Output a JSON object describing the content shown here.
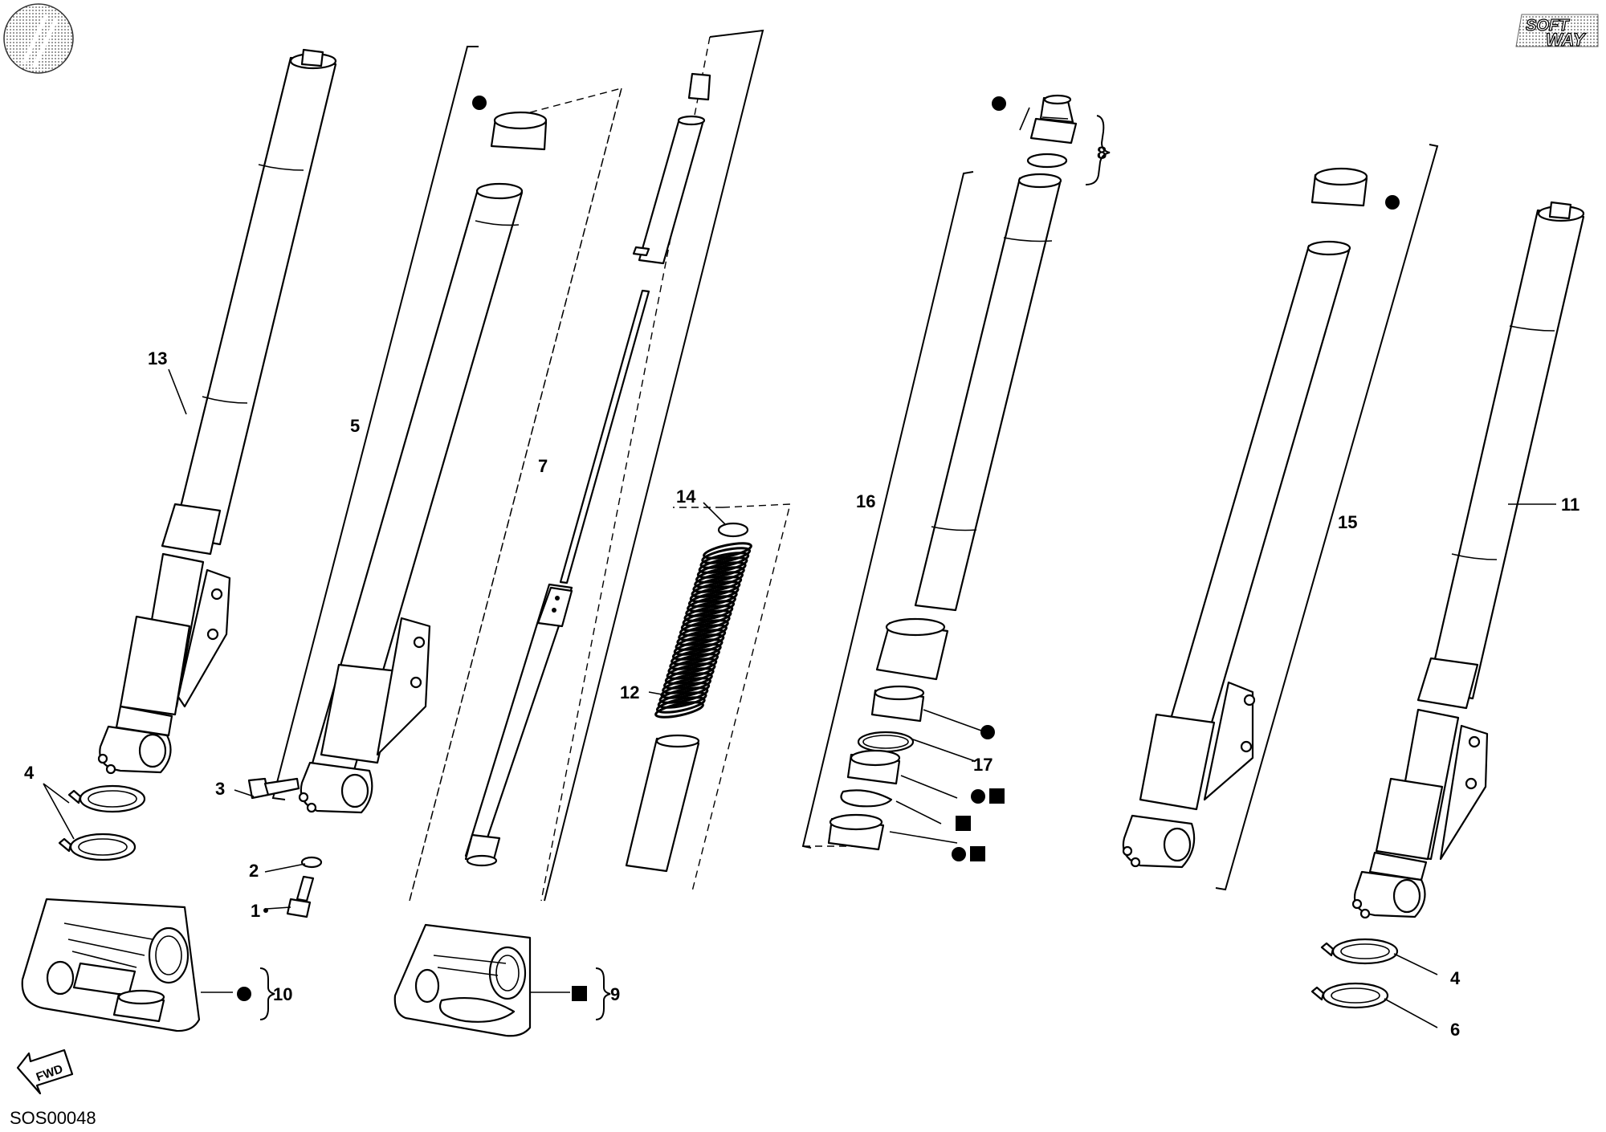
{
  "drawing_code": "SOS00048",
  "brand": {
    "line1": "SOFT",
    "line2": "WAY"
  },
  "fwd_label": "FWD",
  "markers": {
    "circle": "circle-marker",
    "square": "square-marker"
  },
  "callouts": {
    "c1": "1",
    "c2": "2",
    "c3": "3",
    "c4a": "4",
    "c4b": "4",
    "c5": "5",
    "c6": "6",
    "c7": "7",
    "c8": "8",
    "c9": "9",
    "c10": "10",
    "c11": "11",
    "c12": "12",
    "c13": "13",
    "c14": "14",
    "c15": "15",
    "c16": "16",
    "c17": "17"
  }
}
